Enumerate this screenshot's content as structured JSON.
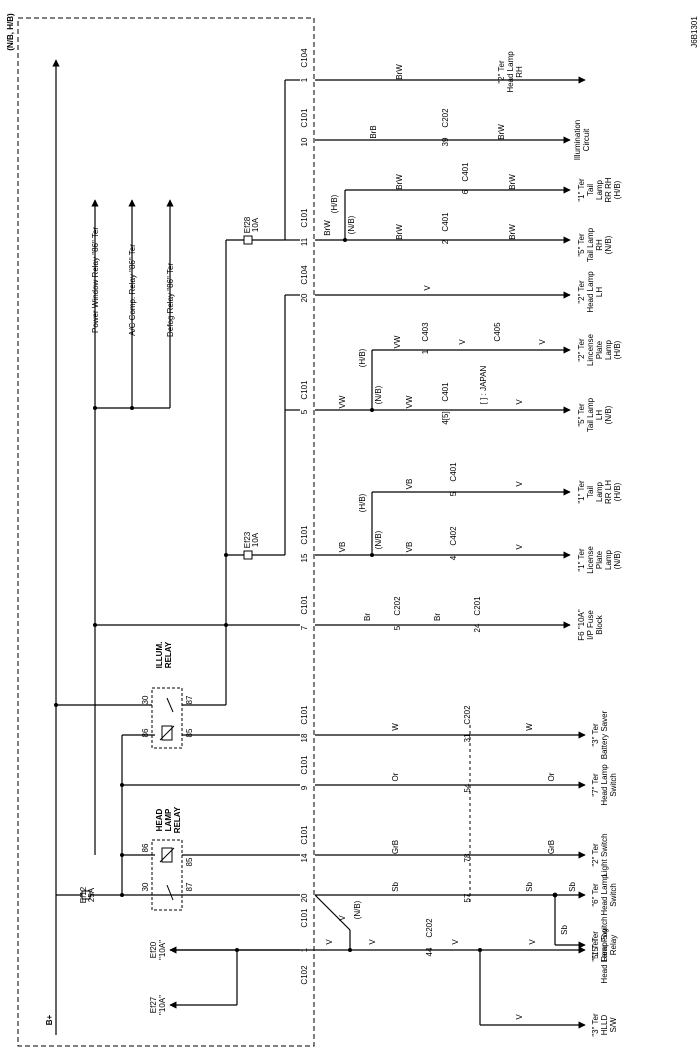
{
  "diagram": {
    "code": "J6B1301",
    "region_label": "(N/B, H/B)",
    "bplus": "B+",
    "fuses": {
      "ef12": [
        "Ef12",
        "25A"
      ],
      "ef23": [
        "Ef23",
        "10A"
      ],
      "ef28": [
        "Ef28",
        "10A"
      ]
    },
    "relays": {
      "head_lamp": [
        "HEAD",
        "LAMP",
        "RELAY"
      ],
      "illum": [
        "ILLUM.",
        "RELAY"
      ],
      "pin30": "30",
      "pin86": "86",
      "pin85": "85",
      "pin87": "87"
    },
    "relay_outputs": {
      "power_window": "Power Window Relay \"86\" Ter",
      "ac_comp": "A/C Comp. Relay \"86\" Ter",
      "defog": "Defog Relay \"86\" Ter"
    },
    "connectors": {
      "c101": "C101",
      "c102": "C102",
      "c104": "C104",
      "c201": "C201",
      "c202": "C202",
      "c401": "C401",
      "c402": "C402",
      "c403": "C403",
      "c405": "C405"
    },
    "pins": {
      "p1": "1",
      "p2": "2",
      "p4": "4",
      "p4_5": "4[5]",
      "p5": "5",
      "p6": "6",
      "p7": "7",
      "p9": "9",
      "p10": "10",
      "p11": "11",
      "p14": "14",
      "p15": "15",
      "p18": "18",
      "p20": "20",
      "p24": "24",
      "p31": "31",
      "p39": "39",
      "p44": "44",
      "p54": "54",
      "p57": "57",
      "p78": "78"
    },
    "wires": {
      "brw": "BrW",
      "brb": "BrB",
      "br": "Br",
      "v": "V",
      "vw": "VW",
      "vb": "VB",
      "w": "W",
      "or": "Or",
      "grb": "GrB",
      "sb": "Sb",
      "nb": "(N/B)",
      "hb": "(H/B)"
    },
    "japan_note": "[ ] : JAPAN",
    "destinations": {
      "head_lamp_rh": [
        "\"2\" Ter",
        "Head Lamp",
        "RH"
      ],
      "illumination": [
        "Illumination",
        "Circuit"
      ],
      "tail_rr_rh": [
        "\"1\" Ter",
        "Tail",
        "Lamp",
        "RR RH",
        "(H/B)"
      ],
      "tail_rh": [
        "\"5\" Ter",
        "Tail Lamp",
        "RH",
        "(N/B)"
      ],
      "head_lamp_lh": [
        "\"2\" Ter",
        "Head Lamp",
        "LH"
      ],
      "license_hb": [
        "\"2\" Ter",
        "Lincense",
        "Plate",
        "Lamp",
        "(H/B)"
      ],
      "tail_lh": [
        "\"5\" Ter",
        "Tail Lamp",
        "LH",
        "(N/B)"
      ],
      "tail_rr_lh": [
        "\"1\" Ter",
        "Tail",
        "Lamp",
        "RR LH",
        "(H/B)"
      ],
      "license_nb": [
        "\"1\" Ter",
        "License",
        "Plate",
        "Lamp",
        "(N/B)"
      ],
      "fuse_f6": [
        "F6 \"10A\"",
        "I/P Fuse",
        "Block"
      ],
      "battery_saver": [
        "\"3\" Ter",
        "Battery Saver"
      ],
      "hl_switch_7": [
        "\"7\" Ter",
        "Head Lamp",
        "Switch"
      ],
      "light_switch": [
        "\"2\" Ter",
        "Light Switch"
      ],
      "hl_switch_6": [
        "\"6\" Ter",
        "Head Lamp",
        "Switch"
      ],
      "rear_fog": [
        "\"15\" Ter",
        "Rear Fog",
        "Relay"
      ],
      "hl_switch_5": [
        "\"5\" Ter",
        "Head Lamp Switch"
      ],
      "hlld": [
        "\"3\" Ter",
        "HLLD",
        "S/W"
      ],
      "ef20": [
        "Ef20",
        "\"10A\""
      ],
      "ef27": [
        "Ef27",
        "\"10A\""
      ]
    }
  }
}
